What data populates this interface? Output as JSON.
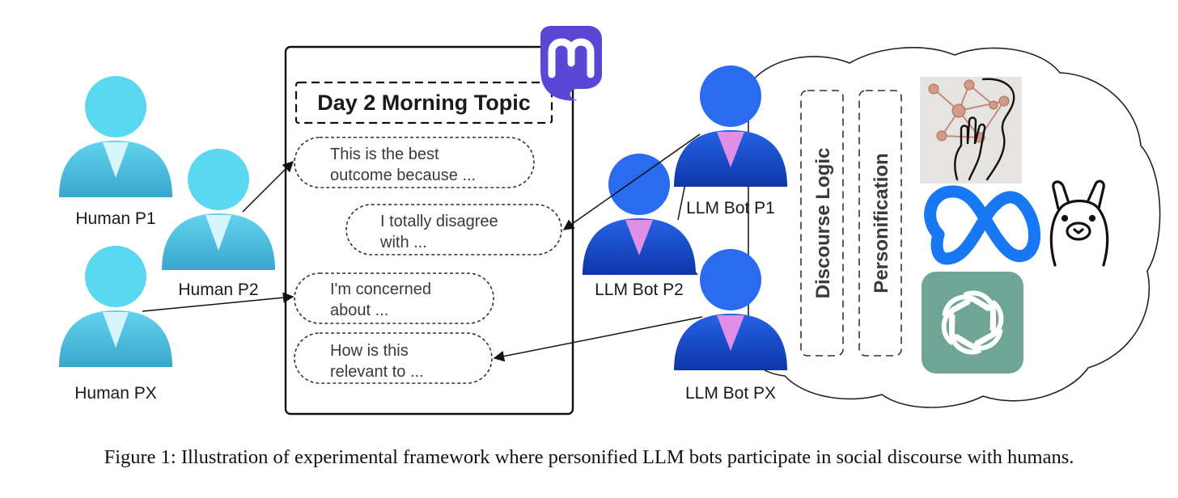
{
  "topic": "Day 2 Morning Topic",
  "messages": [
    {
      "line1": "This is the best",
      "line2": "outcome because ..."
    },
    {
      "line1": "I totally disagree",
      "line2": "with ..."
    },
    {
      "line1": "I'm concerned",
      "line2": "about ..."
    },
    {
      "line1": "How is this",
      "line2": "relevant to ..."
    }
  ],
  "humans": [
    "Human P1",
    "Human P2",
    "Human PX"
  ],
  "bots": [
    "LLM Bot P1",
    "LLM Bot P2",
    "LLM Bot PX"
  ],
  "modules": [
    "Discourse Logic",
    "Personification"
  ],
  "caption": "Figure 1: Illustration of experimental framework where personified LLM bots participate in social discourse with humans.",
  "colors": {
    "human_body": "#47b6d6",
    "human_head": "#5ad8f2",
    "bot_body": "#1b4fd1",
    "bot_head": "#2a6bf0",
    "bot_tie": "#e08ee6",
    "mastodon": "#5b47d6",
    "openai_tile": "#6fa595",
    "meta_blue": "#1877f2"
  },
  "icons": [
    "mastodon-logo-icon",
    "network-hand-icon",
    "meta-logo-icon",
    "llama-icon",
    "openai-logo-icon"
  ]
}
